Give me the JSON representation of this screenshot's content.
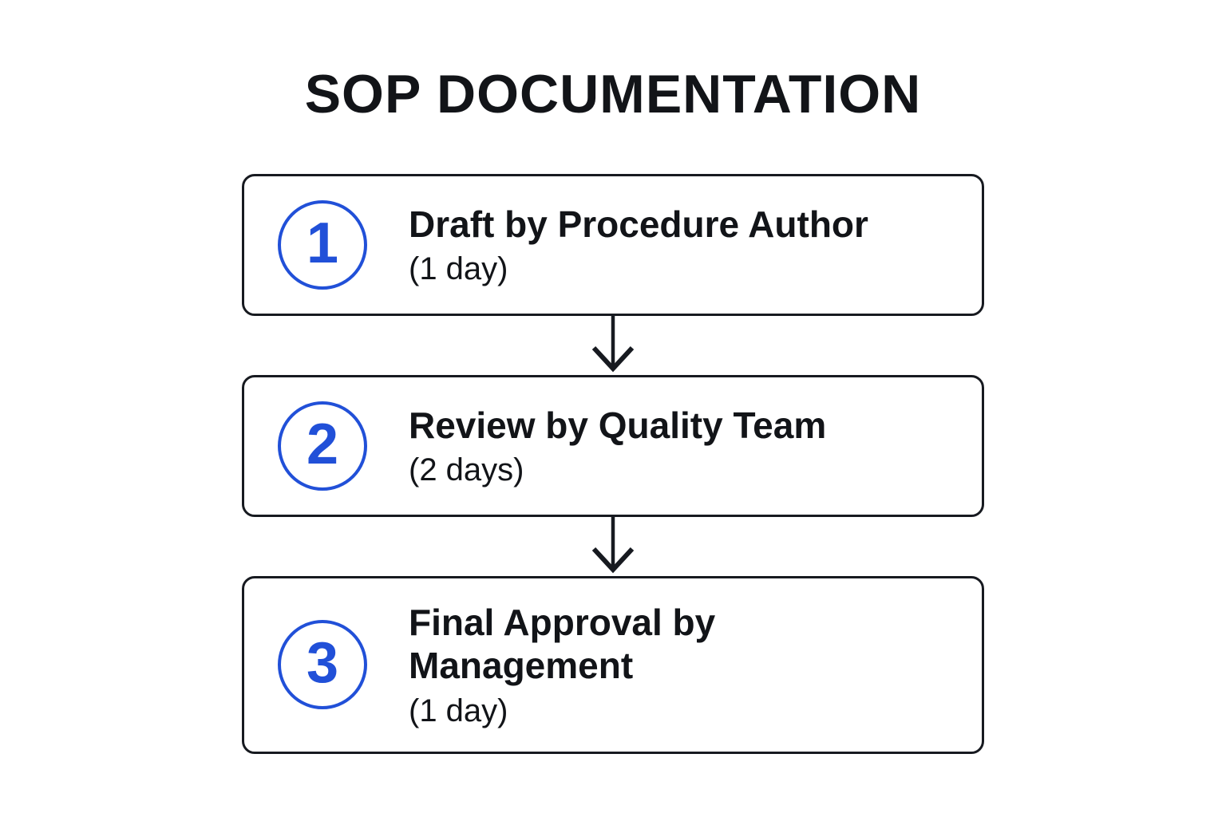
{
  "title": "SOP DOCUMENTATION",
  "colors": {
    "accent_blue": "#2150d8",
    "line_dark": "#171a20",
    "text_dark": "#121418",
    "background": "#ffffff"
  },
  "flow": {
    "connector": "down-arrow",
    "steps": [
      {
        "number": "1",
        "label": "Draft by Procedure Author",
        "duration": "(1 day)"
      },
      {
        "number": "2",
        "label": "Review by Quality Team",
        "duration": "(2 days)"
      },
      {
        "number": "3",
        "label": "Final Approval by Management",
        "duration": "(1 day)"
      }
    ]
  }
}
